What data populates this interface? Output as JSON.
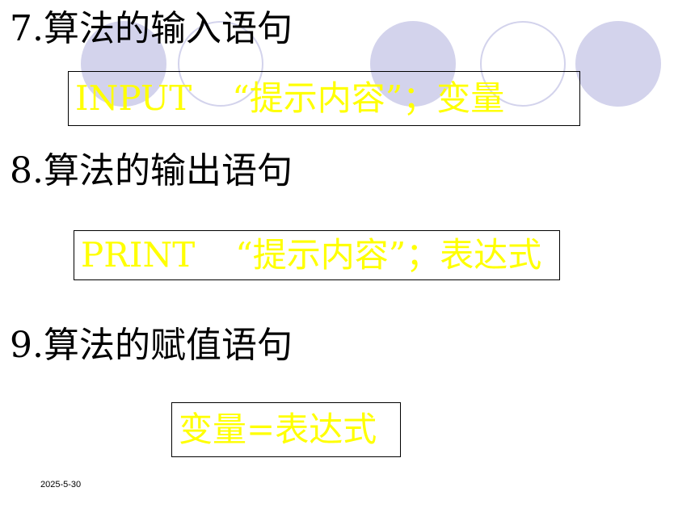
{
  "slide": {
    "section_input": {
      "heading": "7.算法的输入语句",
      "keyword": "INPUT",
      "rest": "“提示内容”；变量"
    },
    "section_output": {
      "heading": "8.算法的输出语句",
      "keyword": "PRINT",
      "rest": "“提示内容”；表达式"
    },
    "section_assign": {
      "heading": "9.算法的赋值语句",
      "syntax": "变量=表达式"
    },
    "footer_date": "2025-5-30"
  },
  "colors": {
    "syntax_text": "#ffff00",
    "decor_circle": "#d3d3ec",
    "heading_text": "#000000"
  }
}
